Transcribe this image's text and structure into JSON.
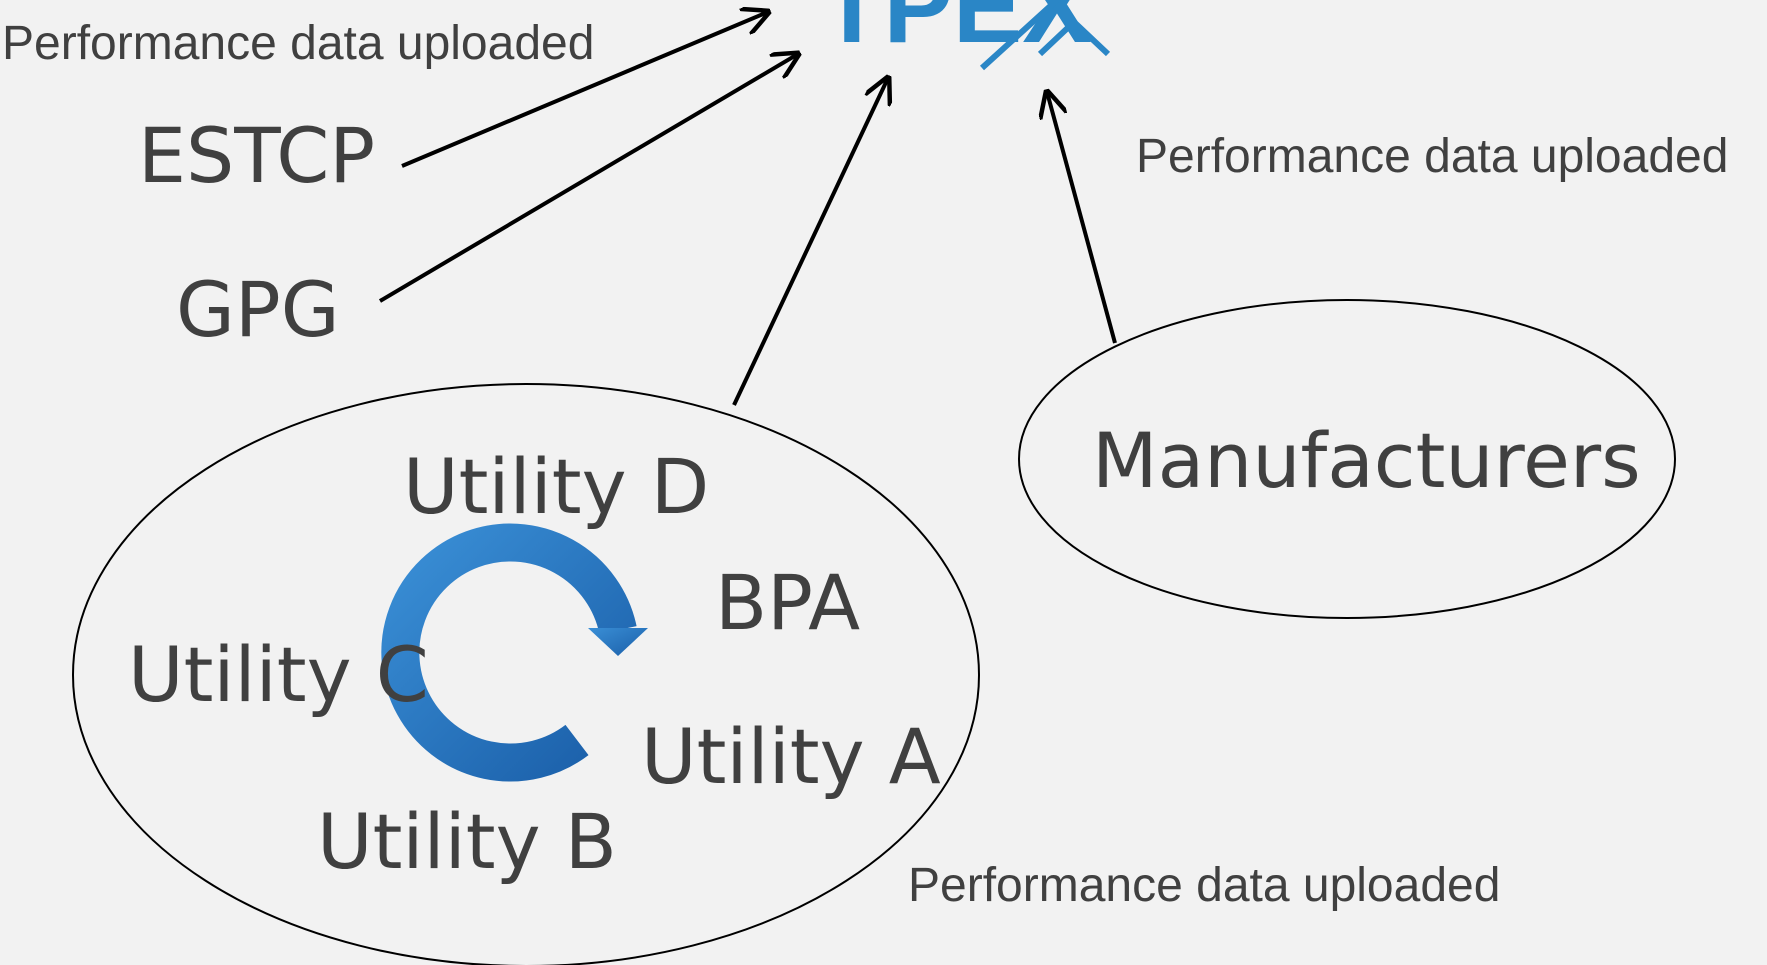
{
  "logo": {
    "text": "TPEX",
    "color": "#2a86c6"
  },
  "labels": {
    "perf_top_left": "Performance data uploaded",
    "perf_top_right": "Performance data uploaded",
    "perf_bottom": "Performance data uploaded",
    "estcp": "ESTCP",
    "gpg": "GPG",
    "manufacturers": "Manufacturers",
    "utility_d": "Utility D",
    "bpa": "BPA",
    "utility_c": "Utility C",
    "utility_a": "Utility A",
    "utility_b": "Utility B"
  },
  "colors": {
    "background": "#f2f2f2",
    "text": "#404040",
    "accent": "#1f6fb5",
    "lines": "#000000"
  },
  "icons": {
    "cycle": "circular-arrow-icon"
  }
}
